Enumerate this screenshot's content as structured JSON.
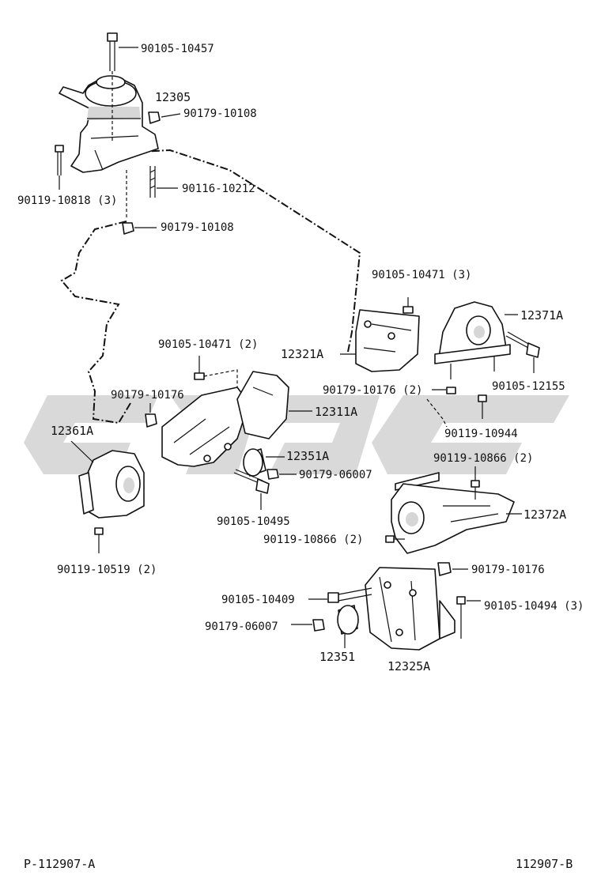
{
  "diagram": {
    "footer_left": "P-112907-A",
    "footer_right": "112907-B",
    "labels": {
      "p90105_10457": "90105-10457",
      "p12305": "12305",
      "p90179_10108_a": "90179-10108",
      "p90119_10818": "90119-10818 (3)",
      "p90116_10212": "90116-10212",
      "p90179_10108_b": "90179-10108",
      "p90105_10471_r": "90105-10471 (3)",
      "p12371A": "12371A",
      "p12321A": "12321A",
      "p90105_12155": "90105-12155",
      "p90179_10176_r": "90179-10176 (2)",
      "p90119_10944": "90119-10944",
      "p90105_10471_l": "90105-10471 (2)",
      "p90179_10176_l": "90179-10176",
      "p12311A": "12311A",
      "p12361A": "12361A",
      "p12351A": "12351A",
      "p90179_06007_a": "90179-06007",
      "p90105_10495": "90105-10495",
      "p90119_10866_a": "90119-10866 (2)",
      "p12372A": "12372A",
      "p90119_10866_b": "90119-10866 (2)",
      "p90119_10519": "90119-10519 (2)",
      "p90179_10176_b": "90179-10176",
      "p90105_10409": "90105-10409",
      "p90105_10494": "90105-10494 (3)",
      "p90179_06007_b": "90179-06007",
      "p12351": "12351",
      "p12325A": "12325A"
    }
  }
}
